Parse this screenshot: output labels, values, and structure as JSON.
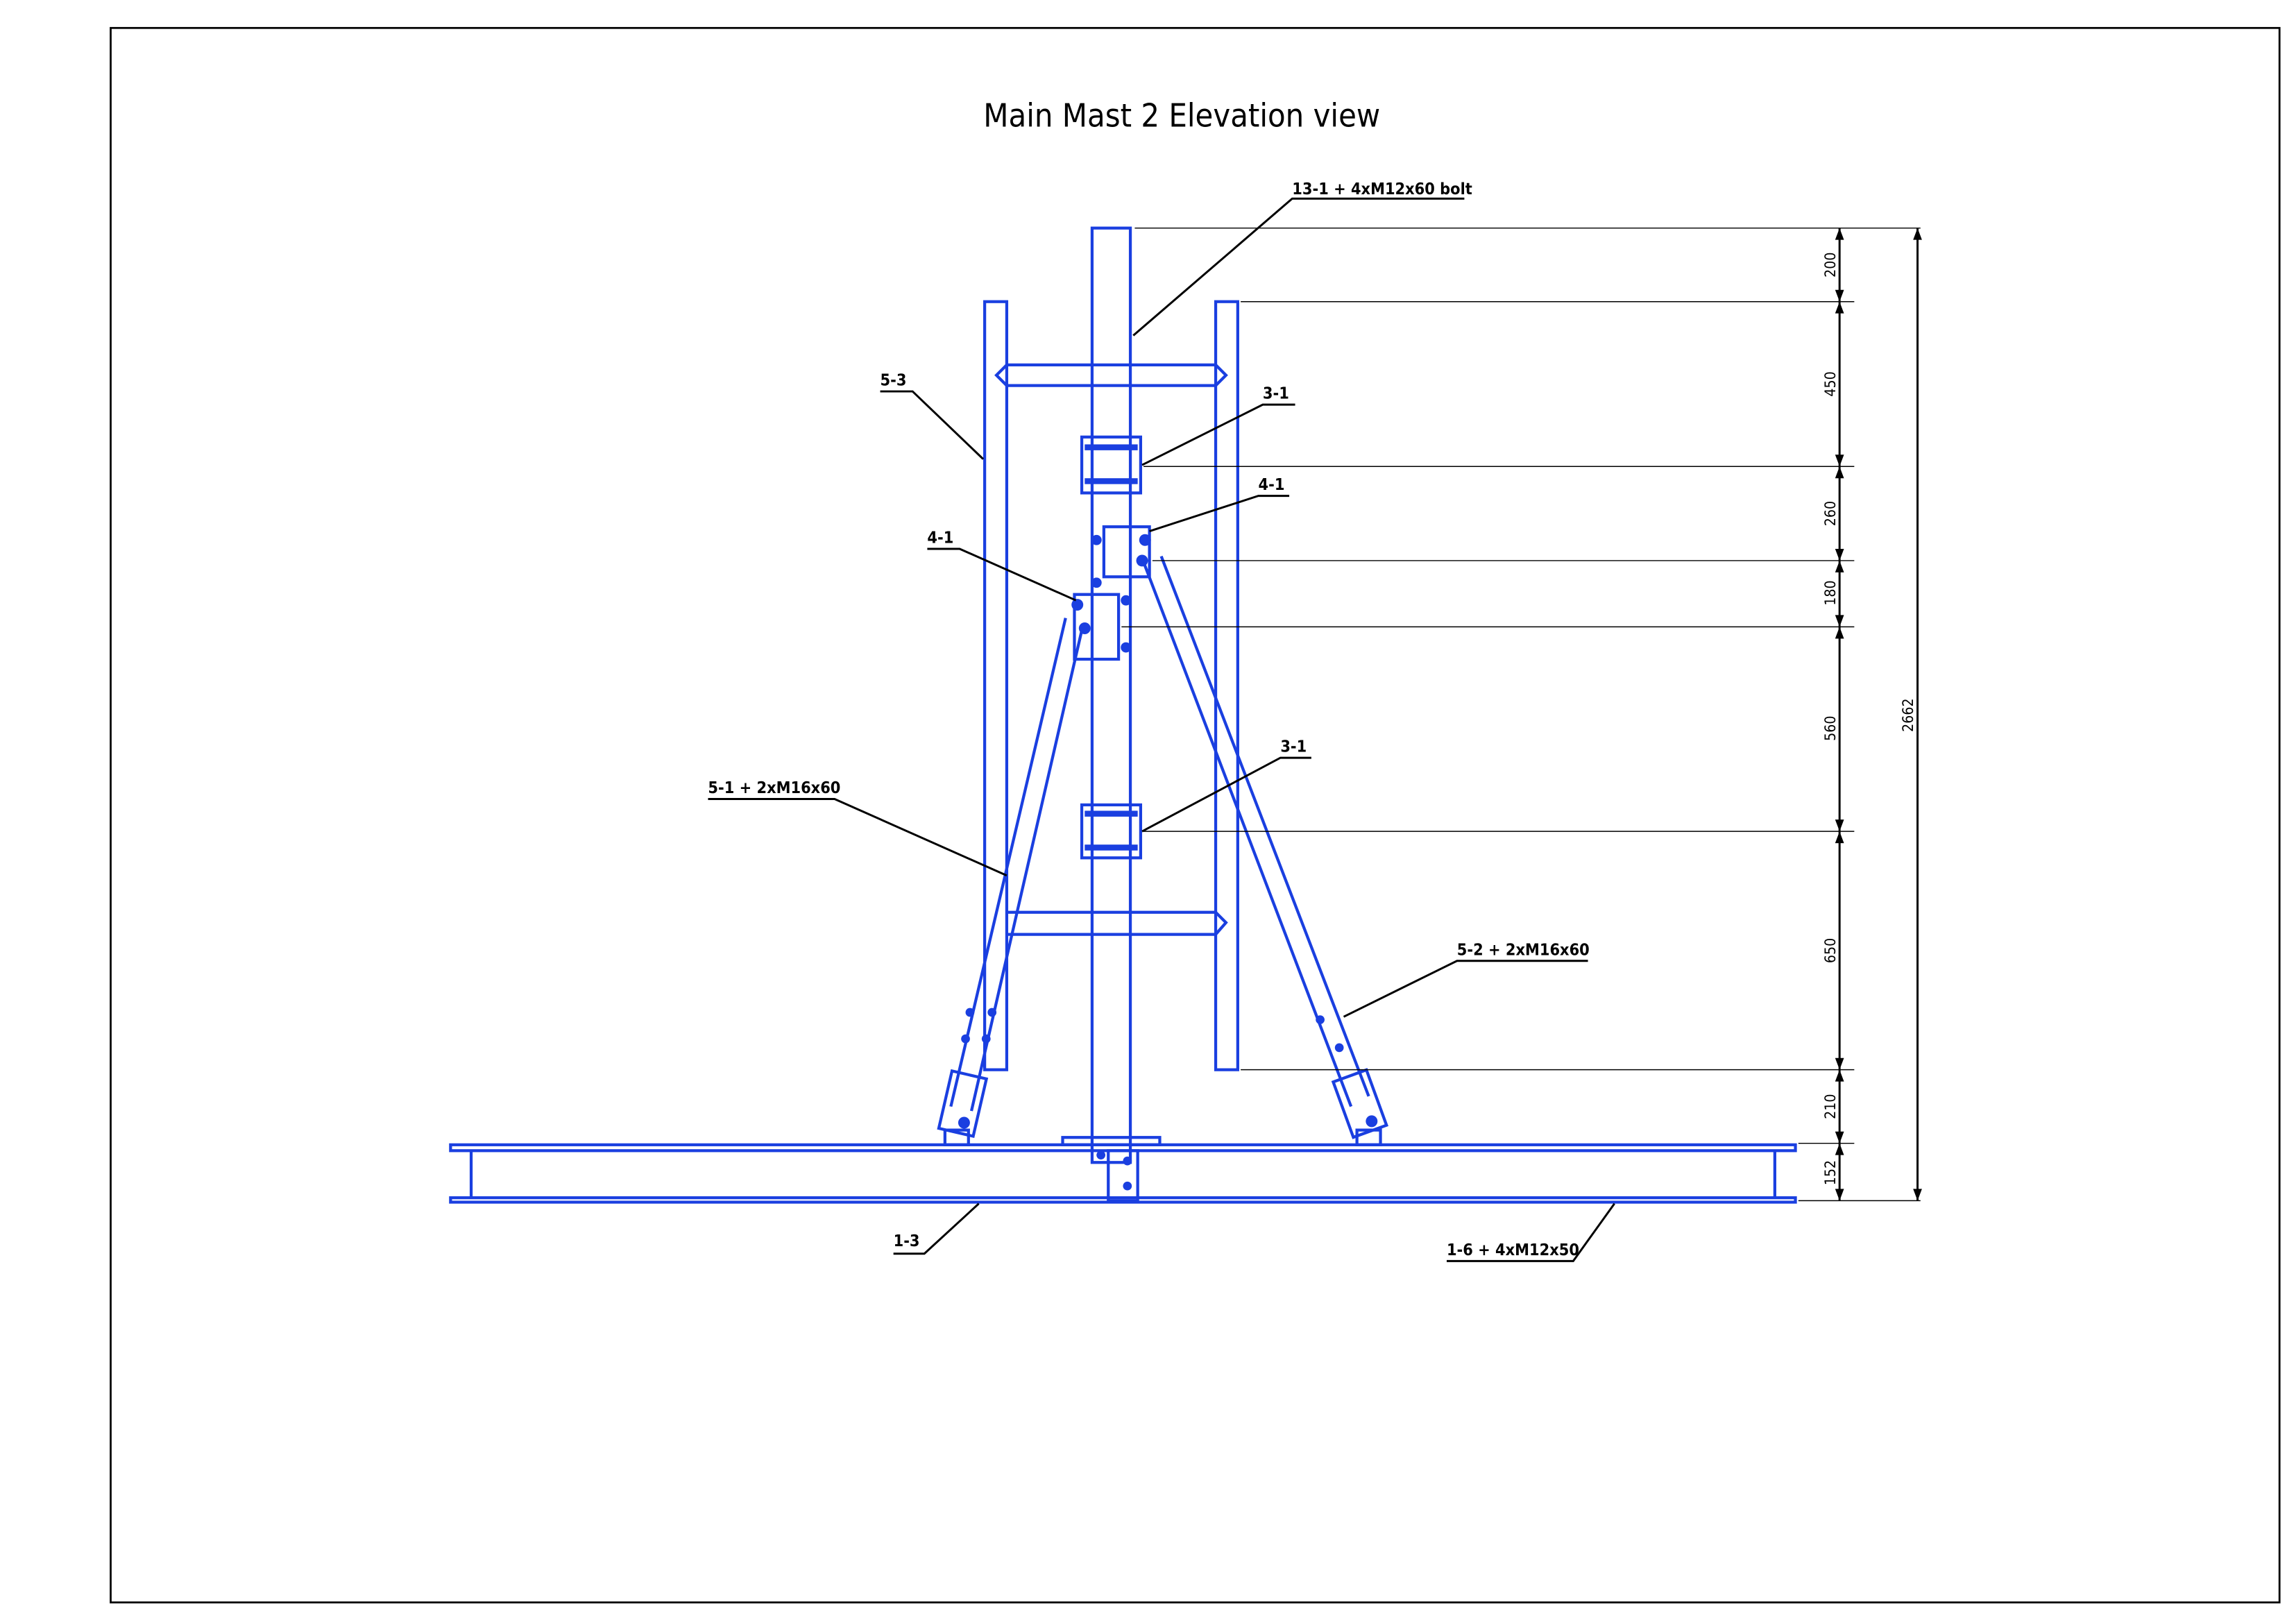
{
  "title": "Main Mast 2 Elevation view",
  "callouts": [
    {
      "id": "c1",
      "text": "13-1 + 4xM12x60 bolt"
    },
    {
      "id": "c2",
      "text": "5-3"
    },
    {
      "id": "c3",
      "text": "3-1"
    },
    {
      "id": "c4",
      "text": "4-1"
    },
    {
      "id": "c5",
      "text": "4-1"
    },
    {
      "id": "c6",
      "text": "3-1"
    },
    {
      "id": "c7",
      "text": "5-1 + 2xM16x60"
    },
    {
      "id": "c8",
      "text": "5-2 + 2xM16x60"
    },
    {
      "id": "c9",
      "text": "1-3"
    },
    {
      "id": "c10",
      "text": "1-6 + 4xM12x50"
    }
  ],
  "dimensions": {
    "segments": [
      "200",
      "450",
      "260",
      "180",
      "560",
      "650",
      "210",
      "152"
    ],
    "total": "2662"
  },
  "colors": {
    "structure": "#1a3fe0",
    "annotation": "#000000"
  }
}
